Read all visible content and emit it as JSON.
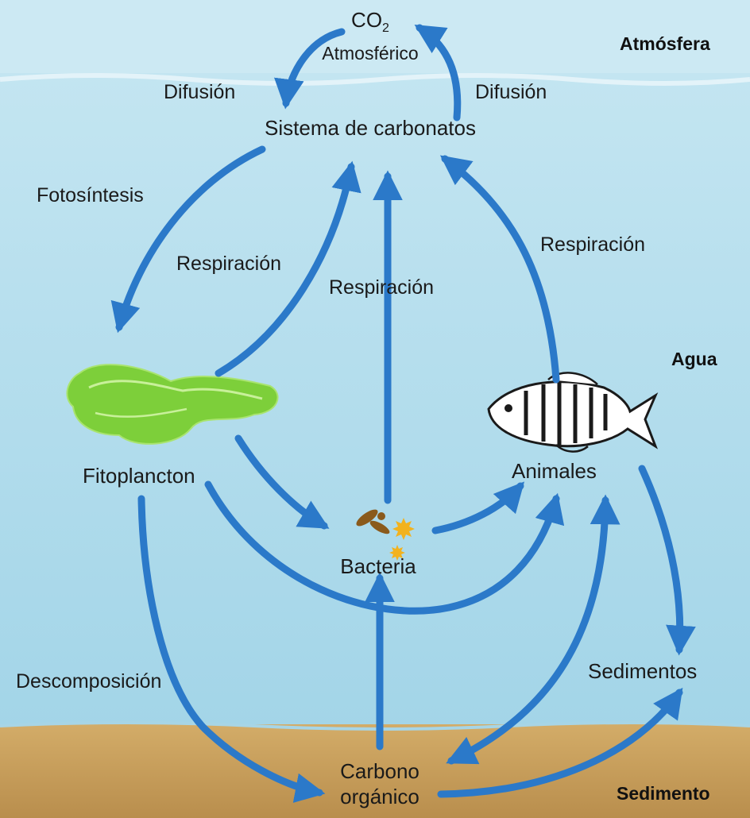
{
  "zones": {
    "atmosphere": "Atmósfera",
    "water": "Agua",
    "sediment": "Sedimento"
  },
  "nodes": {
    "co2_formula": "CO",
    "co2_subscript": "2",
    "co2_label": "Atmosférico",
    "carbonates": "Sistema de carbonatos",
    "phytoplankton": "Fitoplancton",
    "animals": "Animales",
    "bacteria": "Bacteria",
    "sediments": "Sedimentos",
    "organic_carbon_line1": "Carbono",
    "organic_carbon_line2": "orgánico"
  },
  "processes": {
    "diffusion_left": "Difusión",
    "diffusion_right": "Difusión",
    "photosynthesis": "Fotosíntesis",
    "respiration_phyto": "Respiración",
    "respiration_bacteria": "Respiración",
    "respiration_animals": "Respiración",
    "decomposition": "Descomposición"
  },
  "colors": {
    "sky": "#bfe3ef",
    "water": "#a9d9eb",
    "sediment": "#c9a05e",
    "arrow": "#2b79c9",
    "phytoplankton": "#7dcf3a"
  },
  "icons": {
    "phytoplankton": "phytoplankton-blob-icon",
    "fish": "fish-icon",
    "bacteria": "bacteria-icon"
  }
}
